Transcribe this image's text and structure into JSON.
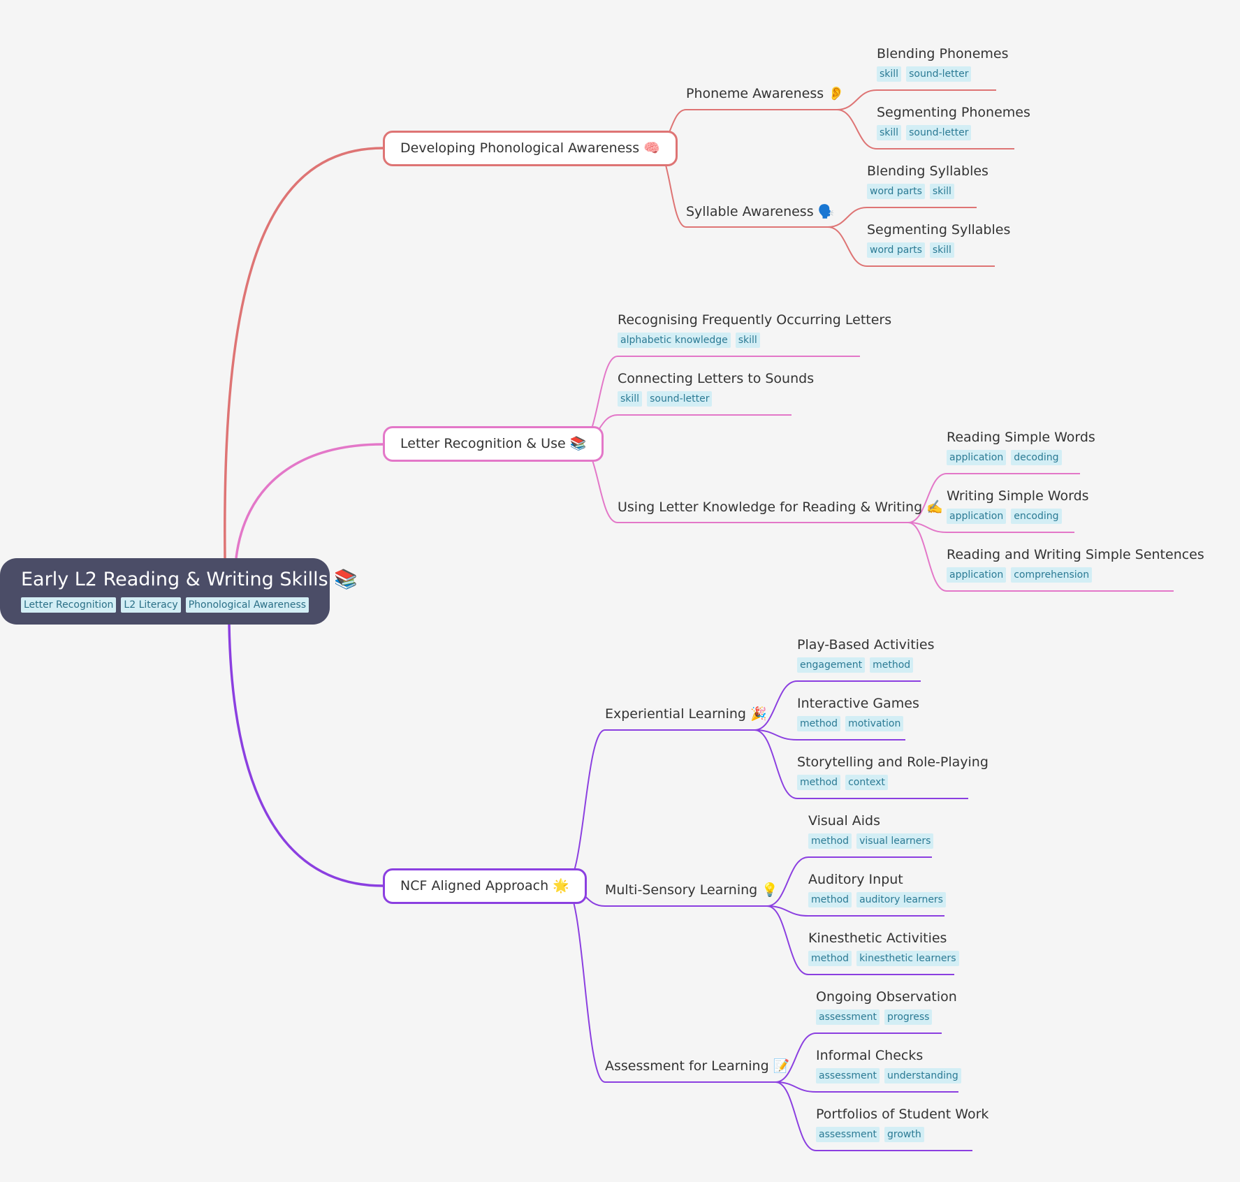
{
  "colors": {
    "phonological": "#de7474",
    "letter": "#e377c8",
    "ncf": "#8b3fe0",
    "root_bg": "#4b4d67"
  },
  "root": {
    "title": "Early L2 Reading & Writing Skills 📚",
    "tags": [
      "Letter Recognition",
      "L2 Literacy",
      "Phonological Awareness"
    ]
  },
  "branches": {
    "phonological": {
      "label": "Developing Phonological Awareness 🧠",
      "subs": {
        "phoneme": {
          "label": "Phoneme Awareness 👂",
          "leaves": [
            {
              "title": "Blending Phonemes",
              "tags": [
                "skill",
                "sound-letter"
              ]
            },
            {
              "title": "Segmenting Phonemes",
              "tags": [
                "skill",
                "sound-letter"
              ]
            }
          ]
        },
        "syllable": {
          "label": "Syllable Awareness 🗣️",
          "leaves": [
            {
              "title": "Blending Syllables",
              "tags": [
                "word parts",
                "skill"
              ]
            },
            {
              "title": "Segmenting Syllables",
              "tags": [
                "word parts",
                "skill"
              ]
            }
          ]
        }
      }
    },
    "letter": {
      "label": "Letter Recognition & Use 📚",
      "leaves": [
        {
          "title": "Recognising Frequently Occurring Letters",
          "tags": [
            "alphabetic knowledge",
            "skill"
          ]
        },
        {
          "title": "Connecting Letters to Sounds",
          "tags": [
            "skill",
            "sound-letter"
          ]
        }
      ],
      "subs": {
        "using": {
          "label": "Using Letter Knowledge for Reading & Writing ✍️",
          "leaves": [
            {
              "title": "Reading Simple Words",
              "tags": [
                "application",
                "decoding"
              ]
            },
            {
              "title": "Writing Simple Words",
              "tags": [
                "application",
                "encoding"
              ]
            },
            {
              "title": "Reading and Writing Simple Sentences",
              "tags": [
                "application",
                "comprehension"
              ]
            }
          ]
        }
      }
    },
    "ncf": {
      "label": "NCF Aligned Approach 🌟",
      "subs": {
        "experiential": {
          "label": "Experiential Learning 🎉",
          "leaves": [
            {
              "title": "Play-Based Activities",
              "tags": [
                "engagement",
                "method"
              ]
            },
            {
              "title": "Interactive Games",
              "tags": [
                "method",
                "motivation"
              ]
            },
            {
              "title": "Storytelling and Role-Playing",
              "tags": [
                "method",
                "context"
              ]
            }
          ]
        },
        "multisensory": {
          "label": "Multi-Sensory Learning 💡",
          "leaves": [
            {
              "title": "Visual Aids",
              "tags": [
                "method",
                "visual learners"
              ]
            },
            {
              "title": "Auditory Input",
              "tags": [
                "method",
                "auditory learners"
              ]
            },
            {
              "title": "Kinesthetic Activities",
              "tags": [
                "method",
                "kinesthetic learners"
              ]
            }
          ]
        },
        "assessment": {
          "label": "Assessment for Learning 📝",
          "leaves": [
            {
              "title": "Ongoing Observation",
              "tags": [
                "assessment",
                "progress"
              ]
            },
            {
              "title": "Informal Checks",
              "tags": [
                "assessment",
                "understanding"
              ]
            },
            {
              "title": "Portfolios of Student Work",
              "tags": [
                "assessment",
                "growth"
              ]
            }
          ]
        }
      }
    }
  }
}
